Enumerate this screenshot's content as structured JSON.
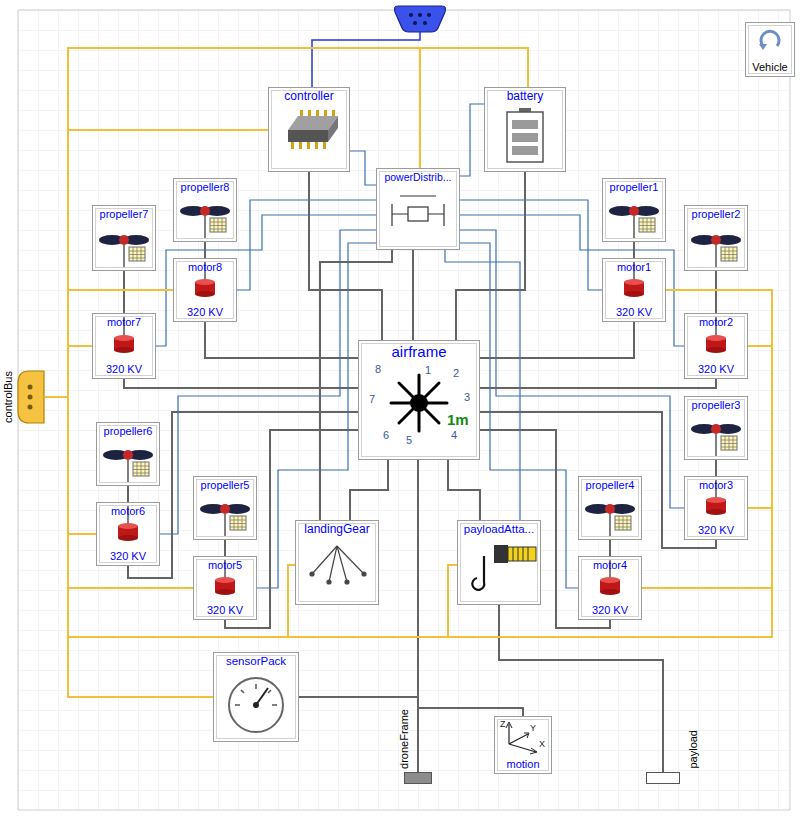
{
  "diagram": {
    "nodes": [
      {
        "text": [
          "Vehicle"
        ]
      },
      {
        "text": [
          "controller"
        ]
      },
      {
        "text": [
          "battery"
        ]
      },
      {
        "text": [
          "powerDistrib..."
        ]
      },
      {
        "text": [
          "propeller8"
        ]
      },
      {
        "text": [
          "propeller1"
        ]
      },
      {
        "text": [
          "propeller7"
        ]
      },
      {
        "text": [
          "motor8",
          "320 KV"
        ]
      },
      {
        "text": [
          "motor1",
          "320 KV"
        ]
      },
      {
        "text": [
          "propeller2"
        ]
      },
      {
        "text": [
          "motor7",
          "320 KV"
        ]
      },
      {
        "text": [
          "motor2",
          "320 KV"
        ]
      },
      {
        "text": [
          "airframe",
          "8",
          "1",
          "2",
          "7",
          "3",
          "1m",
          "6",
          "5",
          "4"
        ]
      },
      {
        "text": [
          "propeller3"
        ]
      },
      {
        "text": [
          "controlBus"
        ]
      },
      {
        "text": [
          "propeller6"
        ]
      },
      {
        "text": [
          "propeller5"
        ]
      },
      {
        "text": [
          "propeller4"
        ]
      },
      {
        "text": [
          "motor3",
          "320 KV"
        ]
      },
      {
        "text": [
          "motor6",
          "320 KV"
        ]
      },
      {
        "text": [
          "landingGear"
        ]
      },
      {
        "text": [
          "payloadAtta..."
        ]
      },
      {
        "text": [
          "motor5",
          "320 KV"
        ]
      },
      {
        "text": [
          "motor4",
          "320 KV"
        ]
      },
      {
        "text": [
          "sensorPack"
        ]
      },
      {
        "text": [
          "motion"
        ]
      },
      {
        "text": [
          "droneFrame"
        ]
      },
      {
        "text": [
          "payload"
        ]
      }
    ],
    "edges": [
      {
        "from": 4,
        "to": 7,
        "arrow": "none"
      },
      {
        "from": 5,
        "to": 8,
        "arrow": "none"
      },
      {
        "from": 6,
        "to": 10,
        "arrow": "none"
      },
      {
        "from": 9,
        "to": 11,
        "arrow": "none"
      },
      {
        "from": 13,
        "to": 18,
        "arrow": "none"
      },
      {
        "from": 15,
        "to": 19,
        "arrow": "none"
      },
      {
        "from": 16,
        "to": 22,
        "arrow": "none"
      },
      {
        "from": 17,
        "to": 23,
        "arrow": "none"
      },
      {
        "from": 7,
        "to": 12,
        "arrow": "none"
      },
      {
        "from": 10,
        "to": 12,
        "arrow": "none"
      },
      {
        "from": 19,
        "to": 12,
        "arrow": "none"
      },
      {
        "from": 22,
        "to": 12,
        "arrow": "none"
      },
      {
        "from": 8,
        "to": 12,
        "arrow": "none"
      },
      {
        "from": 11,
        "to": 12,
        "arrow": "none"
      },
      {
        "from": 18,
        "to": 12,
        "arrow": "none"
      },
      {
        "from": 23,
        "to": 12,
        "arrow": "none"
      },
      {
        "from": 1,
        "to": 12,
        "arrow": "none"
      },
      {
        "from": 2,
        "to": 12,
        "arrow": "none"
      },
      {
        "from": 3,
        "to": 12,
        "arrow": "none"
      },
      {
        "from": 1,
        "to": 3,
        "arrow": "none"
      },
      {
        "from": 2,
        "to": 3,
        "arrow": "none"
      },
      {
        "from": 7,
        "to": 3,
        "arrow": "none"
      },
      {
        "from": 10,
        "to": 3,
        "arrow": "none"
      },
      {
        "from": 19,
        "to": 3,
        "arrow": "none"
      },
      {
        "from": 22,
        "to": 3,
        "arrow": "none"
      },
      {
        "from": 8,
        "to": 3,
        "arrow": "none"
      },
      {
        "from": 11,
        "to": 3,
        "arrow": "none"
      },
      {
        "from": 18,
        "to": 3,
        "arrow": "none"
      },
      {
        "from": 23,
        "to": 3,
        "arrow": "none"
      },
      {
        "from": 20,
        "to": 3,
        "arrow": "none"
      },
      {
        "from": 21,
        "to": 3,
        "arrow": "none"
      },
      {
        "from": 20,
        "to": 12,
        "arrow": "none"
      },
      {
        "from": 21,
        "to": 12,
        "arrow": "none"
      },
      {
        "from": 21,
        "to": 27,
        "arrow": "none"
      },
      {
        "from": 12,
        "to": 26,
        "arrow": "none"
      },
      {
        "from": 24,
        "to": 26,
        "arrow": "none"
      },
      {
        "from": 25,
        "to": 26,
        "arrow": "none"
      },
      {
        "from": 14,
        "to": 1,
        "arrow": "none"
      },
      {
        "from": 14,
        "to": 2,
        "arrow": "none"
      },
      {
        "from": 14,
        "to": 3,
        "arrow": "none"
      },
      {
        "from": 14,
        "to": 7,
        "arrow": "none"
      },
      {
        "from": 14,
        "to": 10,
        "arrow": "none"
      },
      {
        "from": 14,
        "to": 19,
        "arrow": "none"
      },
      {
        "from": 14,
        "to": 22,
        "arrow": "none"
      },
      {
        "from": 14,
        "to": 24,
        "arrow": "none"
      },
      {
        "from": 14,
        "to": 20,
        "arrow": "none"
      },
      {
        "from": 14,
        "to": 21,
        "arrow": "none"
      },
      {
        "from": 14,
        "to": 23,
        "arrow": "none"
      },
      {
        "from": 14,
        "to": 18,
        "arrow": "none"
      },
      {
        "from": 14,
        "to": 11,
        "arrow": "none"
      },
      {
        "from": 14,
        "to": 8,
        "arrow": "none"
      }
    ],
    "labels": [
      "Z",
      "Y",
      "X"
    ]
  }
}
